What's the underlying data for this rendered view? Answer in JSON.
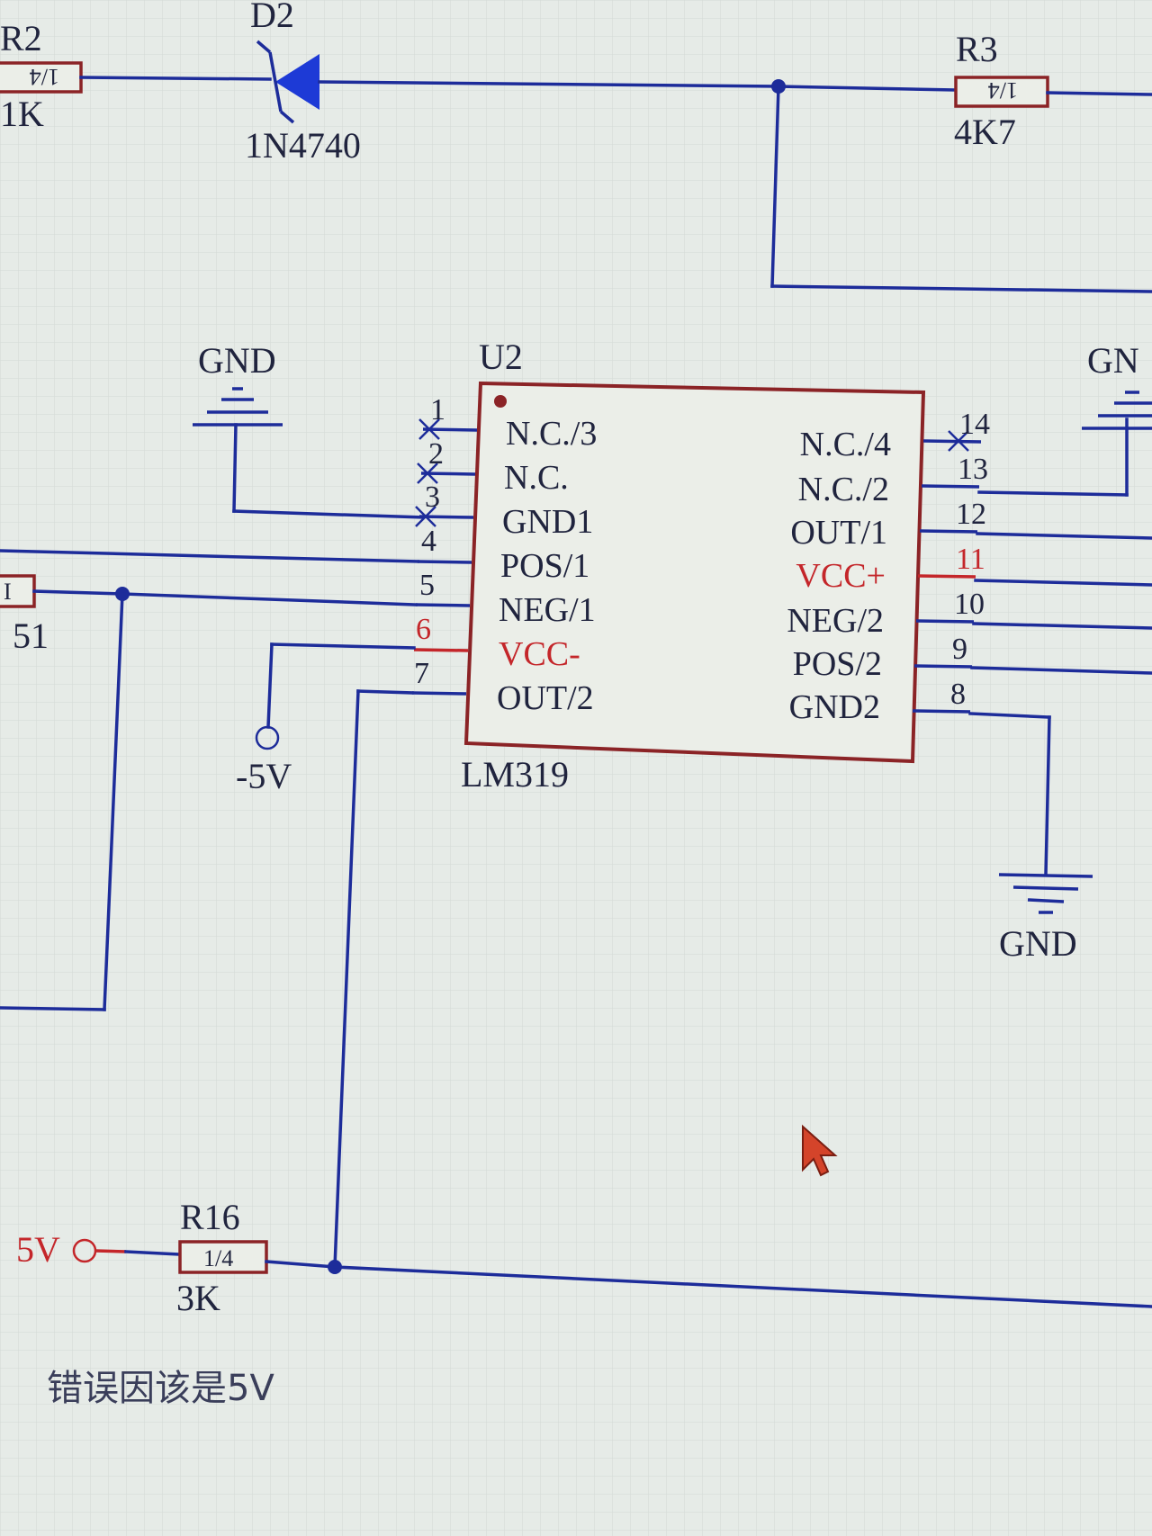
{
  "labels": {
    "r2_ref": "R2",
    "r2_value": "1K",
    "r2_power": "1/4",
    "d2_ref": "D2",
    "d2_part": "1N4740",
    "r3_ref": "R3",
    "r3_value": "4K7",
    "r3_power": "1/4",
    "gnd_left": "GND",
    "gnd_right_partial": "GN",
    "gnd_bottom": "GND",
    "u2_ref": "U2",
    "u2_part": "LM319",
    "neg5v": "-5V",
    "r_left_value": "51",
    "r_left_partial": "I",
    "r16_ref": "R16",
    "r16_power": "1/4",
    "r16_value": "3K",
    "pos5v": "5V",
    "note": "错误因该是5V"
  },
  "ic": {
    "left_pins": [
      {
        "num": "1",
        "name": "N.C./3"
      },
      {
        "num": "2",
        "name": "N.C."
      },
      {
        "num": "3",
        "name": "GND1"
      },
      {
        "num": "4",
        "name": "POS/1"
      },
      {
        "num": "5",
        "name": "NEG/1"
      },
      {
        "num": "6",
        "name": "VCC-"
      },
      {
        "num": "7",
        "name": "OUT/2"
      }
    ],
    "right_pins": [
      {
        "num": "14",
        "name": "N.C./4"
      },
      {
        "num": "13",
        "name": "N.C./2"
      },
      {
        "num": "12",
        "name": "OUT/1"
      },
      {
        "num": "11",
        "name": "VCC+"
      },
      {
        "num": "10",
        "name": "NEG/2"
      },
      {
        "num": "9",
        "name": "POS/2"
      },
      {
        "num": "8",
        "name": "GND2"
      }
    ]
  },
  "colors": {
    "wire": "#1d2c9a",
    "component": "#8b2326",
    "power_pin": "#c4262a",
    "background": "#e6ebe7"
  },
  "icons": [
    "cursor-arrow-icon",
    "ground-icon",
    "power-port-icon",
    "diode-icon",
    "no-connect-icon"
  ]
}
